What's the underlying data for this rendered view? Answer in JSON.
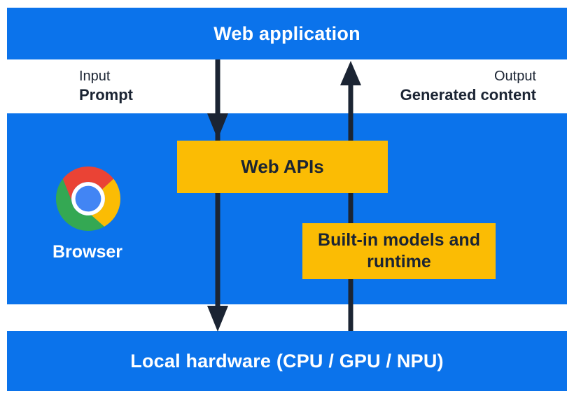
{
  "title": "Browser built-in AI architecture diagram",
  "layers": {
    "web_application": {
      "label": "Web application"
    },
    "browser": {
      "label": "Browser",
      "web_apis_label": "Web APIs",
      "builtin_models_label": "Built-in models and runtime"
    },
    "local_hardware": {
      "label": "Local hardware (CPU / GPU / NPU)"
    }
  },
  "annotations": {
    "input": {
      "title": "Input",
      "subtitle": "Prompt"
    },
    "output": {
      "title": "Output",
      "subtitle": "Generated content"
    }
  },
  "icons": {
    "browser_logo": "chrome-logo-icon",
    "down_flow": "arrow-down-icon",
    "up_flow": "arrow-up-icon"
  },
  "colors": {
    "panel_blue": "#0b73eb",
    "box_yellow": "#fbbc04",
    "dark_navy": "#1b2433",
    "chrome_red": "#ea4335",
    "chrome_yellow": "#fbbc04",
    "chrome_green": "#34a853",
    "chrome_blue": "#4285f4",
    "label_white": "#ffffff"
  }
}
